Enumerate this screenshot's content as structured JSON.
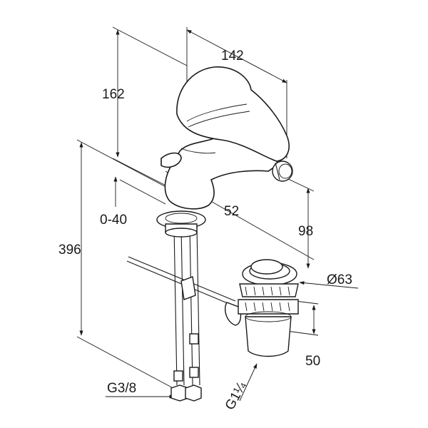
{
  "dimensions": {
    "width_top": "142",
    "height_top": "162",
    "total_height": "396",
    "range": "0-40",
    "spout_reach": "52",
    "spout_height": "98",
    "waste_diameter": "Ø63",
    "waste_height": "50",
    "connection_supply": "G3/8",
    "connection_waste": "G1¼"
  },
  "colors": {
    "line": "#1a1a1a",
    "background": "#ffffff"
  }
}
